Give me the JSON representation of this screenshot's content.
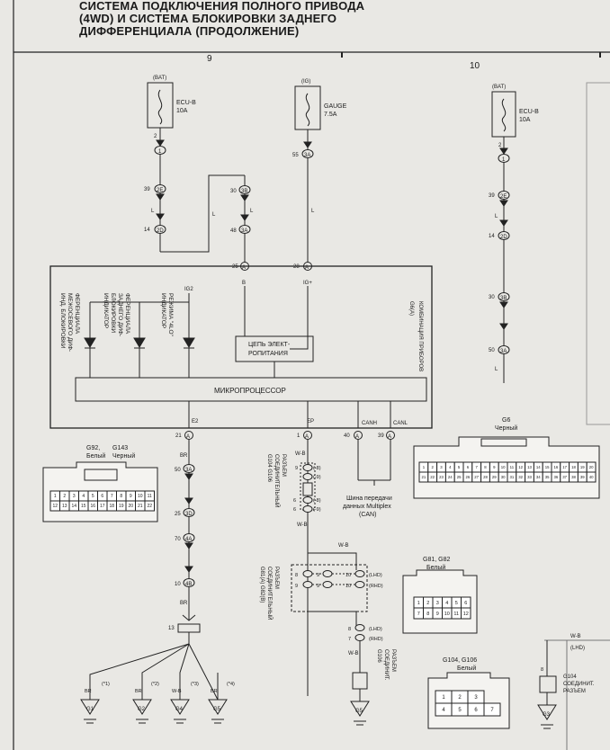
{
  "title": {
    "line1": "СИСТЕМА ПОДКЛЮЧЕНИЯ ПОЛНОГО ПРИВОДА",
    "line2": "(4WD) И СИСТЕМА БЛОКИРОВКИ ЗАДНЕГО",
    "line3": "ДИФФЕРЕНЦИАЛА (ПРОДОЛЖЕНИЕ)"
  },
  "grid": {
    "col_9": "9",
    "col_10": "10"
  },
  "fuses": {
    "ecu_b_left": {
      "source": "(BAT)",
      "name": "ECU-B",
      "rating": "10A"
    },
    "gauge": {
      "source": "(IG)",
      "name": "GAUGE",
      "rating": "7.5A"
    },
    "ecu_b_right": {
      "source": "(BAT)",
      "name": "ECU-B",
      "rating": "10A"
    }
  },
  "pins": {
    "p2": "2",
    "p1": "1",
    "p39": "39",
    "p2E": "2E",
    "p14": "14",
    "p2D": "2D",
    "p30": "30",
    "p3B": "3B",
    "p48": "48",
    "p3A": "3A",
    "p55": "55",
    "p25": "25",
    "p28": "28",
    "pA": "A",
    "pB": "B",
    "pIG": "IG+",
    "p21": "21",
    "p1_ep": "1",
    "p40": "40",
    "p39_canl": "39",
    "r2": "2",
    "r1": "1",
    "r39": "39",
    "r2E": "2E",
    "r14": "14",
    "r2D": "2D",
    "r30": "30",
    "r3B": "3B",
    "r50": "50",
    "r3A": "3A",
    "p50": "50",
    "p25b": "25",
    "p3D": "3D",
    "p70": "70",
    "p4A": "4A",
    "p10": "10",
    "p4B": "4B",
    "p13": "13"
  },
  "combo": {
    "code": "G6(A)",
    "name": "КОМБИНАЦИЯ ПРИБОРОВ",
    "ig2": "IG2",
    "power_circuit_1": "ЦЕПЬ ЭЛЕКТ-",
    "power_circuit_2": "РОПИТАНИЯ",
    "microprocessor": "МИКРОПРОЦЕССОР",
    "e2": "E2",
    "ep": "EP",
    "canh": "CANH",
    "canl": "CANL",
    "ind_center_1": "ИНД. БЛОКИРОВКИ",
    "ind_center_2": "МЕЖОСЕВОГО ДИФ-",
    "ind_center_3": "ФЕРЕНЦИАЛА",
    "ind_rear_1": "ИНДИКАТОР",
    "ind_rear_2": "БЛОКИРОВКИ",
    "ind_rear_3": "ЗАДНЕГО ДИФ-",
    "ind_rear_4": "ФЕРЕНЦИАЛА",
    "ind_lo_1": "ИНДИКАТОР",
    "ind_lo_2": "РЕЖИМА \"4LO\""
  },
  "wires": {
    "l": "L",
    "br": "BR",
    "wb": "W-B",
    "wb_top": "W-B"
  },
  "can": {
    "line1": "Шина передачи",
    "line2": "данных Multiplex",
    "line3": "(CAN)"
  },
  "connectors": {
    "g92_label": "G92,",
    "g92_color": "Белый",
    "g143_label": "G143",
    "g143_color": "Черный",
    "g6_label": "G6",
    "g6_color": "Черный",
    "g81_label": "G81, G82",
    "g81_color": "Белый",
    "g104_label": "G104, G106",
    "g104_color": "Белый",
    "g92_row1": [
      "1",
      "2",
      "3",
      "4",
      "5",
      "6",
      "7",
      "8",
      "9",
      "10",
      "11"
    ],
    "g92_row2": [
      "12",
      "13",
      "14",
      "15",
      "16",
      "17",
      "18",
      "19",
      "20",
      "21",
      "22"
    ],
    "g6_row1": [
      "1",
      "2",
      "3",
      "4",
      "5",
      "6",
      "7",
      "8",
      "9",
      "10",
      "11",
      "12",
      "13",
      "14",
      "15",
      "16",
      "17",
      "18",
      "19",
      "20"
    ],
    "g6_row2": [
      "21",
      "22",
      "23",
      "24",
      "25",
      "26",
      "27",
      "28",
      "29",
      "30",
      "31",
      "32",
      "33",
      "34",
      "35",
      "36",
      "37",
      "38",
      "39",
      "40"
    ],
    "g81_row1": [
      "1",
      "2",
      "3",
      "4",
      "5",
      "6"
    ],
    "g81_row2": [
      "7",
      "8",
      "9",
      "10",
      "11",
      "12"
    ],
    "g104_row1": [
      "1",
      "2",
      "3"
    ],
    "g104_row2": [
      "4",
      "5",
      "6",
      "7"
    ]
  },
  "junction": {
    "code1": "G104 G106",
    "name1a": "СОЕДИНИТЕЛЬНЫЙ",
    "name1b": "РАЗЪЕМ",
    "code2": "G81(A) G82(B)",
    "name2a": "СОЕДИНИТЕЛЬНЫЙ",
    "name2b": "РАЗЪЕМ",
    "code3": "G106",
    "name3a": "СОЕДИНИТ.",
    "name3b": "РАЗЪЕМ",
    "code4": "G104",
    "name4a": "СОЕДИНИТ.",
    "name4b": "РАЗЪЕМ",
    "pin8": "8",
    "pin9": "9",
    "pin10": "10",
    "pin7": "7",
    "pin5": "5",
    "pin6": "6",
    "ann_b8": "(-8)",
    "ann_b9": "(-9)",
    "ann_lhd": "(LHD)",
    "ann_rhd": "(RHD)",
    "ann_lhd2": "(LHD)",
    "ann_rhd2": "(RHD)",
    "ann_lhd3": "(LHD)",
    "pin_a10": "10",
    "pin_b10": "10",
    "ann_j1": "(*1)",
    "ann_j2": "(*2)",
    "ann_j3": "(*3)",
    "ann_j4": "(*4)",
    "pin_8": "8"
  },
  "grounds": {
    "g1": "G1",
    "g2": "G2",
    "g4": "G4",
    "g5": "G5",
    "g3": "G3",
    "g5b": "G5"
  }
}
